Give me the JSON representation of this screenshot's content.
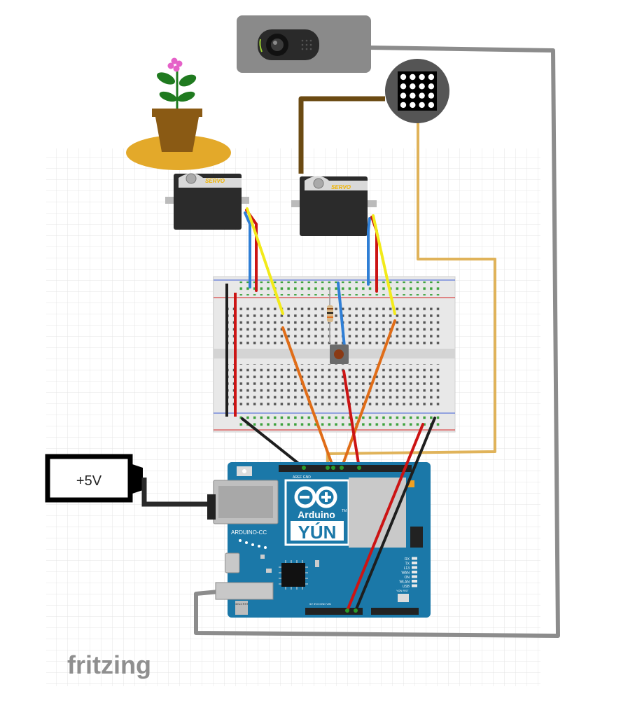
{
  "servo_left": {
    "label": "SERVO"
  },
  "servo_right": {
    "label": "SERVO"
  },
  "power_supply": {
    "label": "+5V"
  },
  "arduino": {
    "brand": "Arduino",
    "tm": "TM",
    "model": "YÚN",
    "cc_label": "ARDUINO-CC",
    "header_top_label": "AREF GND",
    "header_bottom_label": "5V  3V3  GND  VIN",
    "button_label": "YÚN RST",
    "usb_label": "32U4 RST",
    "leds": [
      "RX",
      "TX",
      "L13",
      "WAN",
      "ON",
      "WLAN",
      "USB"
    ]
  },
  "watermark": "fritzing",
  "colors": {
    "wire_gray": "#8c8c8c",
    "wire_brown": "#6b4a12",
    "wire_tan": "#e0b35a",
    "wire_yellow": "#f2ea1a",
    "wire_red": "#cc1414",
    "wire_blue": "#2f7fd6",
    "wire_orange": "#e06d18",
    "wire_black": "#1e1e1e",
    "arduino_teal": "#1b78a8",
    "servo_body": "#2b2b2b",
    "servo_text": "#f0b400",
    "pot_brown": "#8a5a14",
    "saucer": "#e3a92a",
    "leaf": "#1f7a1f",
    "petal": "#e561c8"
  }
}
